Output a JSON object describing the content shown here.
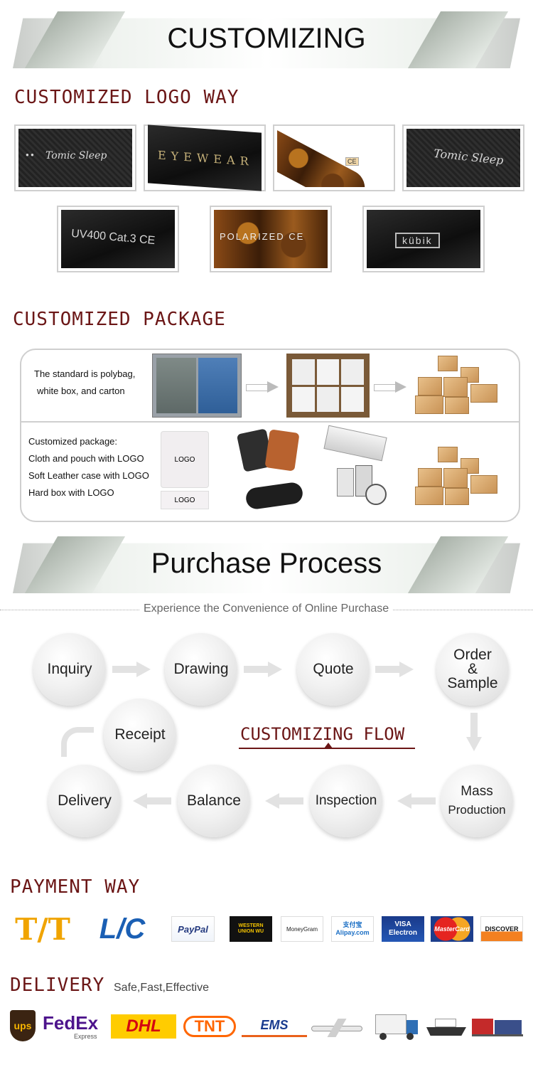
{
  "banner1": {
    "title": "CUSTOMIZING"
  },
  "logo_section": {
    "heading": "CUSTOMIZED LOGO WAY",
    "samples": [
      "Tomic Sleep",
      "EYEWEAR",
      "CE",
      "Tomic Sleep",
      "UV400 Cat.3 CE",
      "POLARIZED CE",
      "kübik"
    ]
  },
  "package_section": {
    "heading": "CUSTOMIZED PACKAGE",
    "standard_text": [
      "The standard is polybag,",
      "white box, and carton"
    ],
    "custom_text": [
      "Customized package:",
      "Cloth and pouch with LOGO",
      "Soft Leather case with LOGO",
      "Hard box with LOGO"
    ],
    "pouch_label": "LOGO"
  },
  "banner2": {
    "title": "Purchase Process"
  },
  "process": {
    "subtitle": "Experience the Convenience of Online Purchase",
    "flow_label": "CUSTOMIZING FLOW",
    "steps": {
      "inquiry": "Inquiry",
      "drawing": "Drawing",
      "quote": "Quote",
      "order": [
        "Order",
        "&",
        "Sample"
      ],
      "mass": [
        "Mass",
        "Production"
      ],
      "inspection": "Inspection",
      "balance": "Balance",
      "delivery": "Delivery",
      "receipt": "Receipt"
    }
  },
  "payment": {
    "heading": "PAYMENT WAY",
    "logos": [
      "T/T",
      "L/C",
      "PayPal",
      "WESTERN UNION WU",
      "MoneyGram",
      "支付宝 Alipay.com",
      "VISA Electron",
      "MasterCard",
      "DISCOVER"
    ]
  },
  "delivery": {
    "heading": "DELIVERY",
    "tagline": "Safe,Fast,Effective",
    "logos": [
      "ups",
      "FedEx",
      "Express",
      "DHL",
      "TNT",
      "EMS"
    ]
  },
  "colors": {
    "heading": "#6b1616",
    "tt": "#f0a400",
    "lc": "#1a5fb4"
  }
}
